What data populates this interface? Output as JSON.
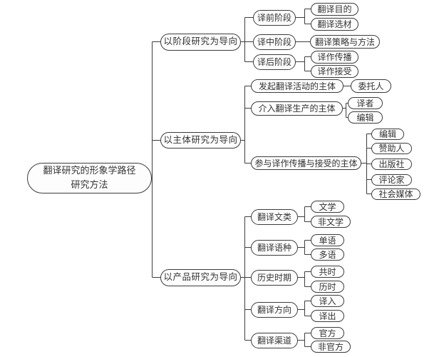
{
  "root": {
    "line1": "翻译研究的形象学路径",
    "line2": "研究方法"
  },
  "branches": [
    {
      "label": "以阶段研究为导向",
      "children": [
        {
          "label": "译前阶段",
          "children": [
            {
              "label": "翻译目的"
            },
            {
              "label": "翻译选材"
            }
          ]
        },
        {
          "label": "译中阶段",
          "children": [
            {
              "label": "翻译策略与方法"
            }
          ]
        },
        {
          "label": "译后阶段",
          "children": [
            {
              "label": "译作传播"
            },
            {
              "label": "译作接受"
            }
          ]
        }
      ]
    },
    {
      "label": "以主体研究为导向",
      "children": [
        {
          "label": "发起翻译活动的主体",
          "children": [
            {
              "label": "委托人"
            }
          ]
        },
        {
          "label": "介入翻译生产的主体",
          "children": [
            {
              "label": "译者"
            },
            {
              "label": "编辑"
            }
          ]
        },
        {
          "label": "参与译作传播与接受的主体",
          "children": [
            {
              "label": "编辑"
            },
            {
              "label": "赞助人"
            },
            {
              "label": "出版社"
            },
            {
              "label": "评论家"
            },
            {
              "label": "社会媒体"
            }
          ]
        }
      ]
    },
    {
      "label": "以产品研究为导向",
      "children": [
        {
          "label": "翻译文类",
          "children": [
            {
              "label": "文学"
            },
            {
              "label": "非文学"
            }
          ]
        },
        {
          "label": "翻译语种",
          "children": [
            {
              "label": "单语"
            },
            {
              "label": "多语"
            }
          ]
        },
        {
          "label": "历史时期",
          "children": [
            {
              "label": "共时"
            },
            {
              "label": "历时"
            }
          ]
        },
        {
          "label": "翻译方向",
          "children": [
            {
              "label": "译入"
            },
            {
              "label": "译出"
            }
          ]
        },
        {
          "label": "翻译渠道",
          "children": [
            {
              "label": "官方"
            },
            {
              "label": "非官方"
            }
          ]
        }
      ]
    }
  ],
  "colors": {
    "background": "#ffffff",
    "node_fill": "#fdfdfd",
    "node_border": "#3c3c3c",
    "connector_line": "#3d3d3d",
    "text": "#333333"
  }
}
